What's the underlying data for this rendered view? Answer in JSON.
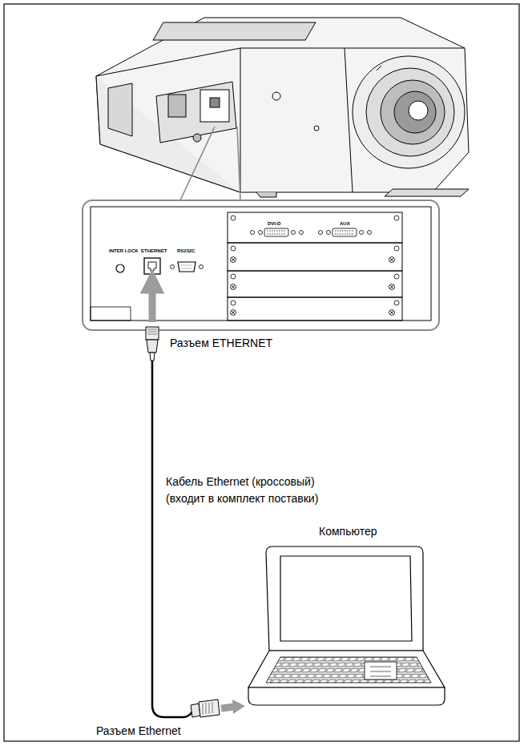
{
  "diagram": {
    "labels": [
      "DVI-D",
      "AUX",
      "INTER LOCK",
      "ETHERNET",
      "RS232C",
      "Разъем ETHERNET",
      "Кабель Ethernet (кроссовый)",
      "(входит в комплект поставки)",
      "Компьютер",
      "Разъем Ethernet"
    ]
  }
}
